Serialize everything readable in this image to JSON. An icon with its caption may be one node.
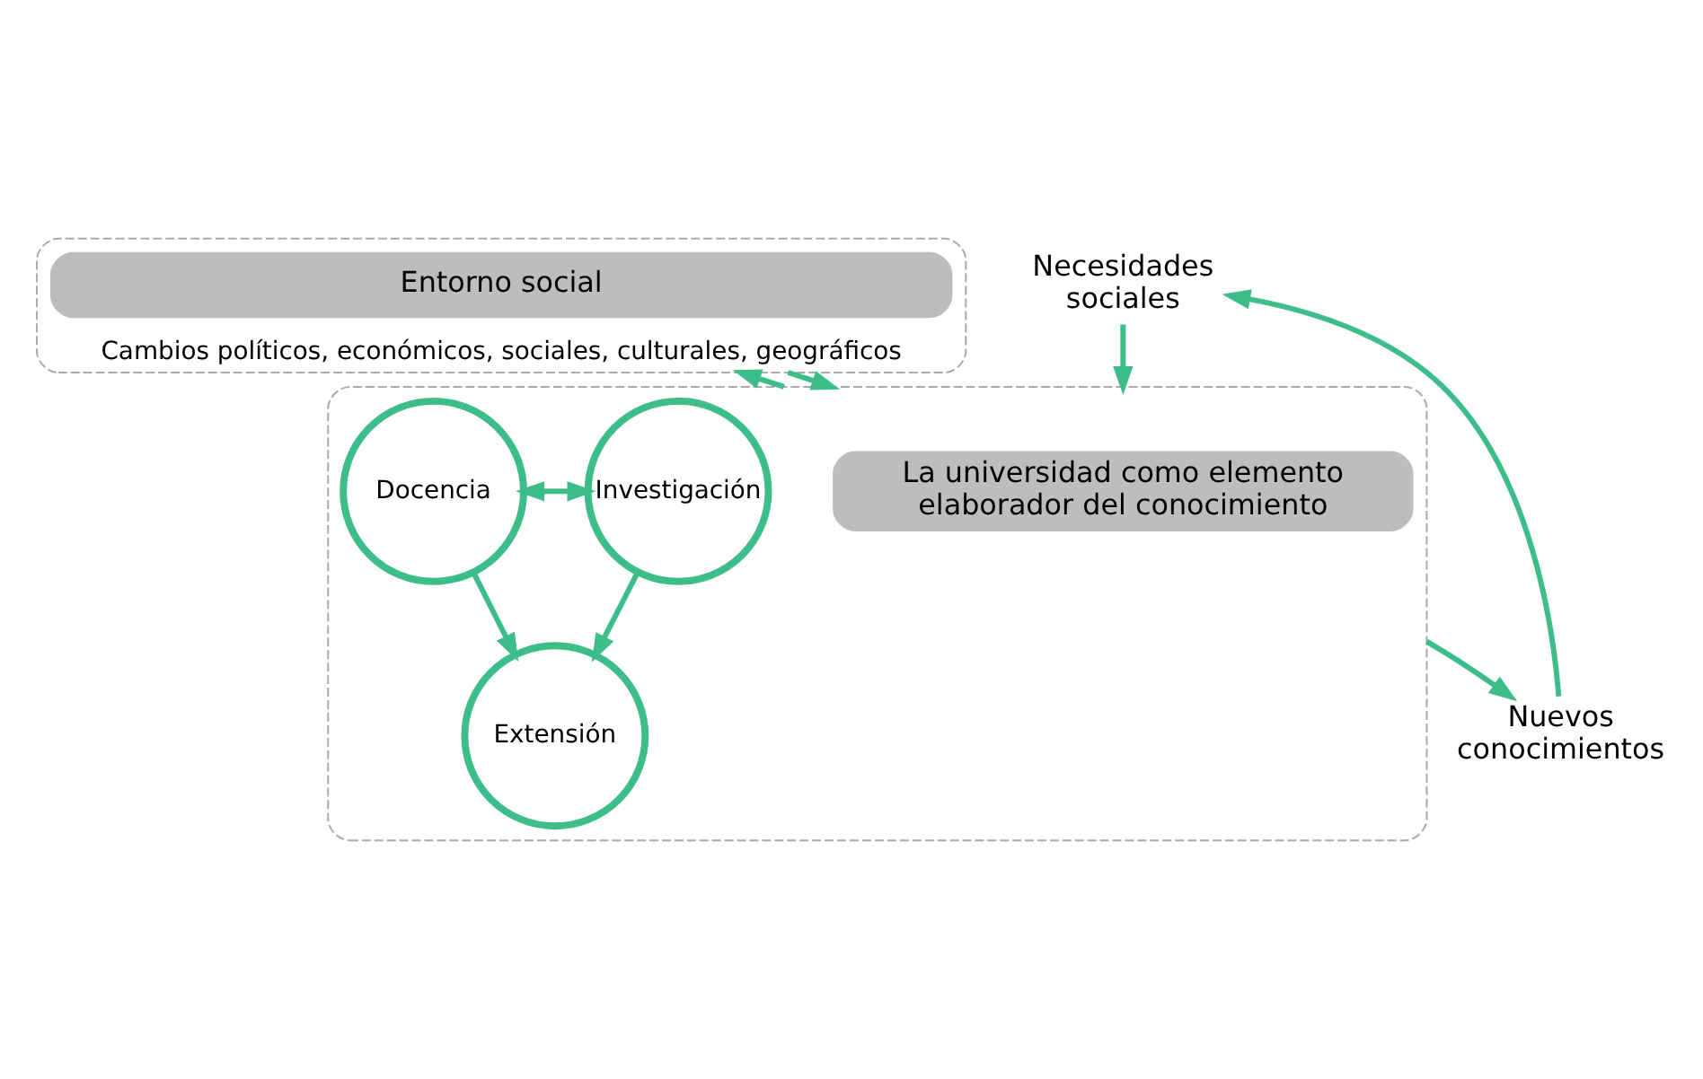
{
  "diagram": {
    "nodes": [
      {
        "text": [
          "Cambios políticos, económicos, sociales, culturales, geográficos"
        ]
      },
      {
        "text": [
          "Entorno social"
        ],
        "in": 0
      },
      {
        "text": [],
        "shape": "box"
      },
      {
        "text": [
          "La universidad como elemento elaborador del conocimiento"
        ],
        "in": 2
      },
      {
        "text": [
          "Docencia"
        ],
        "in": 2
      },
      {
        "text": [
          "Investigación"
        ],
        "in": 2
      },
      {
        "text": [
          "Extensión"
        ],
        "in": 2
      },
      {
        "text": [
          "Necesidades sociales"
        ]
      },
      {
        "text": [
          "Nuevos conocimientos"
        ]
      }
    ],
    "edges": [
      {
        "from": 0,
        "to": 2,
        "arrow": "to"
      },
      {
        "from": 2,
        "to": 0,
        "arrow": "to"
      },
      {
        "from": 4,
        "to": 5,
        "arrow": "both"
      },
      {
        "from": 4,
        "to": 6,
        "arrow": "to"
      },
      {
        "from": 5,
        "to": 6,
        "arrow": "to"
      },
      {
        "from": 7,
        "to": 2,
        "arrow": "to"
      },
      {
        "from": 2,
        "to": 8,
        "arrow": "to"
      },
      {
        "from": 8,
        "to": 7,
        "arrow": "to"
      }
    ]
  }
}
